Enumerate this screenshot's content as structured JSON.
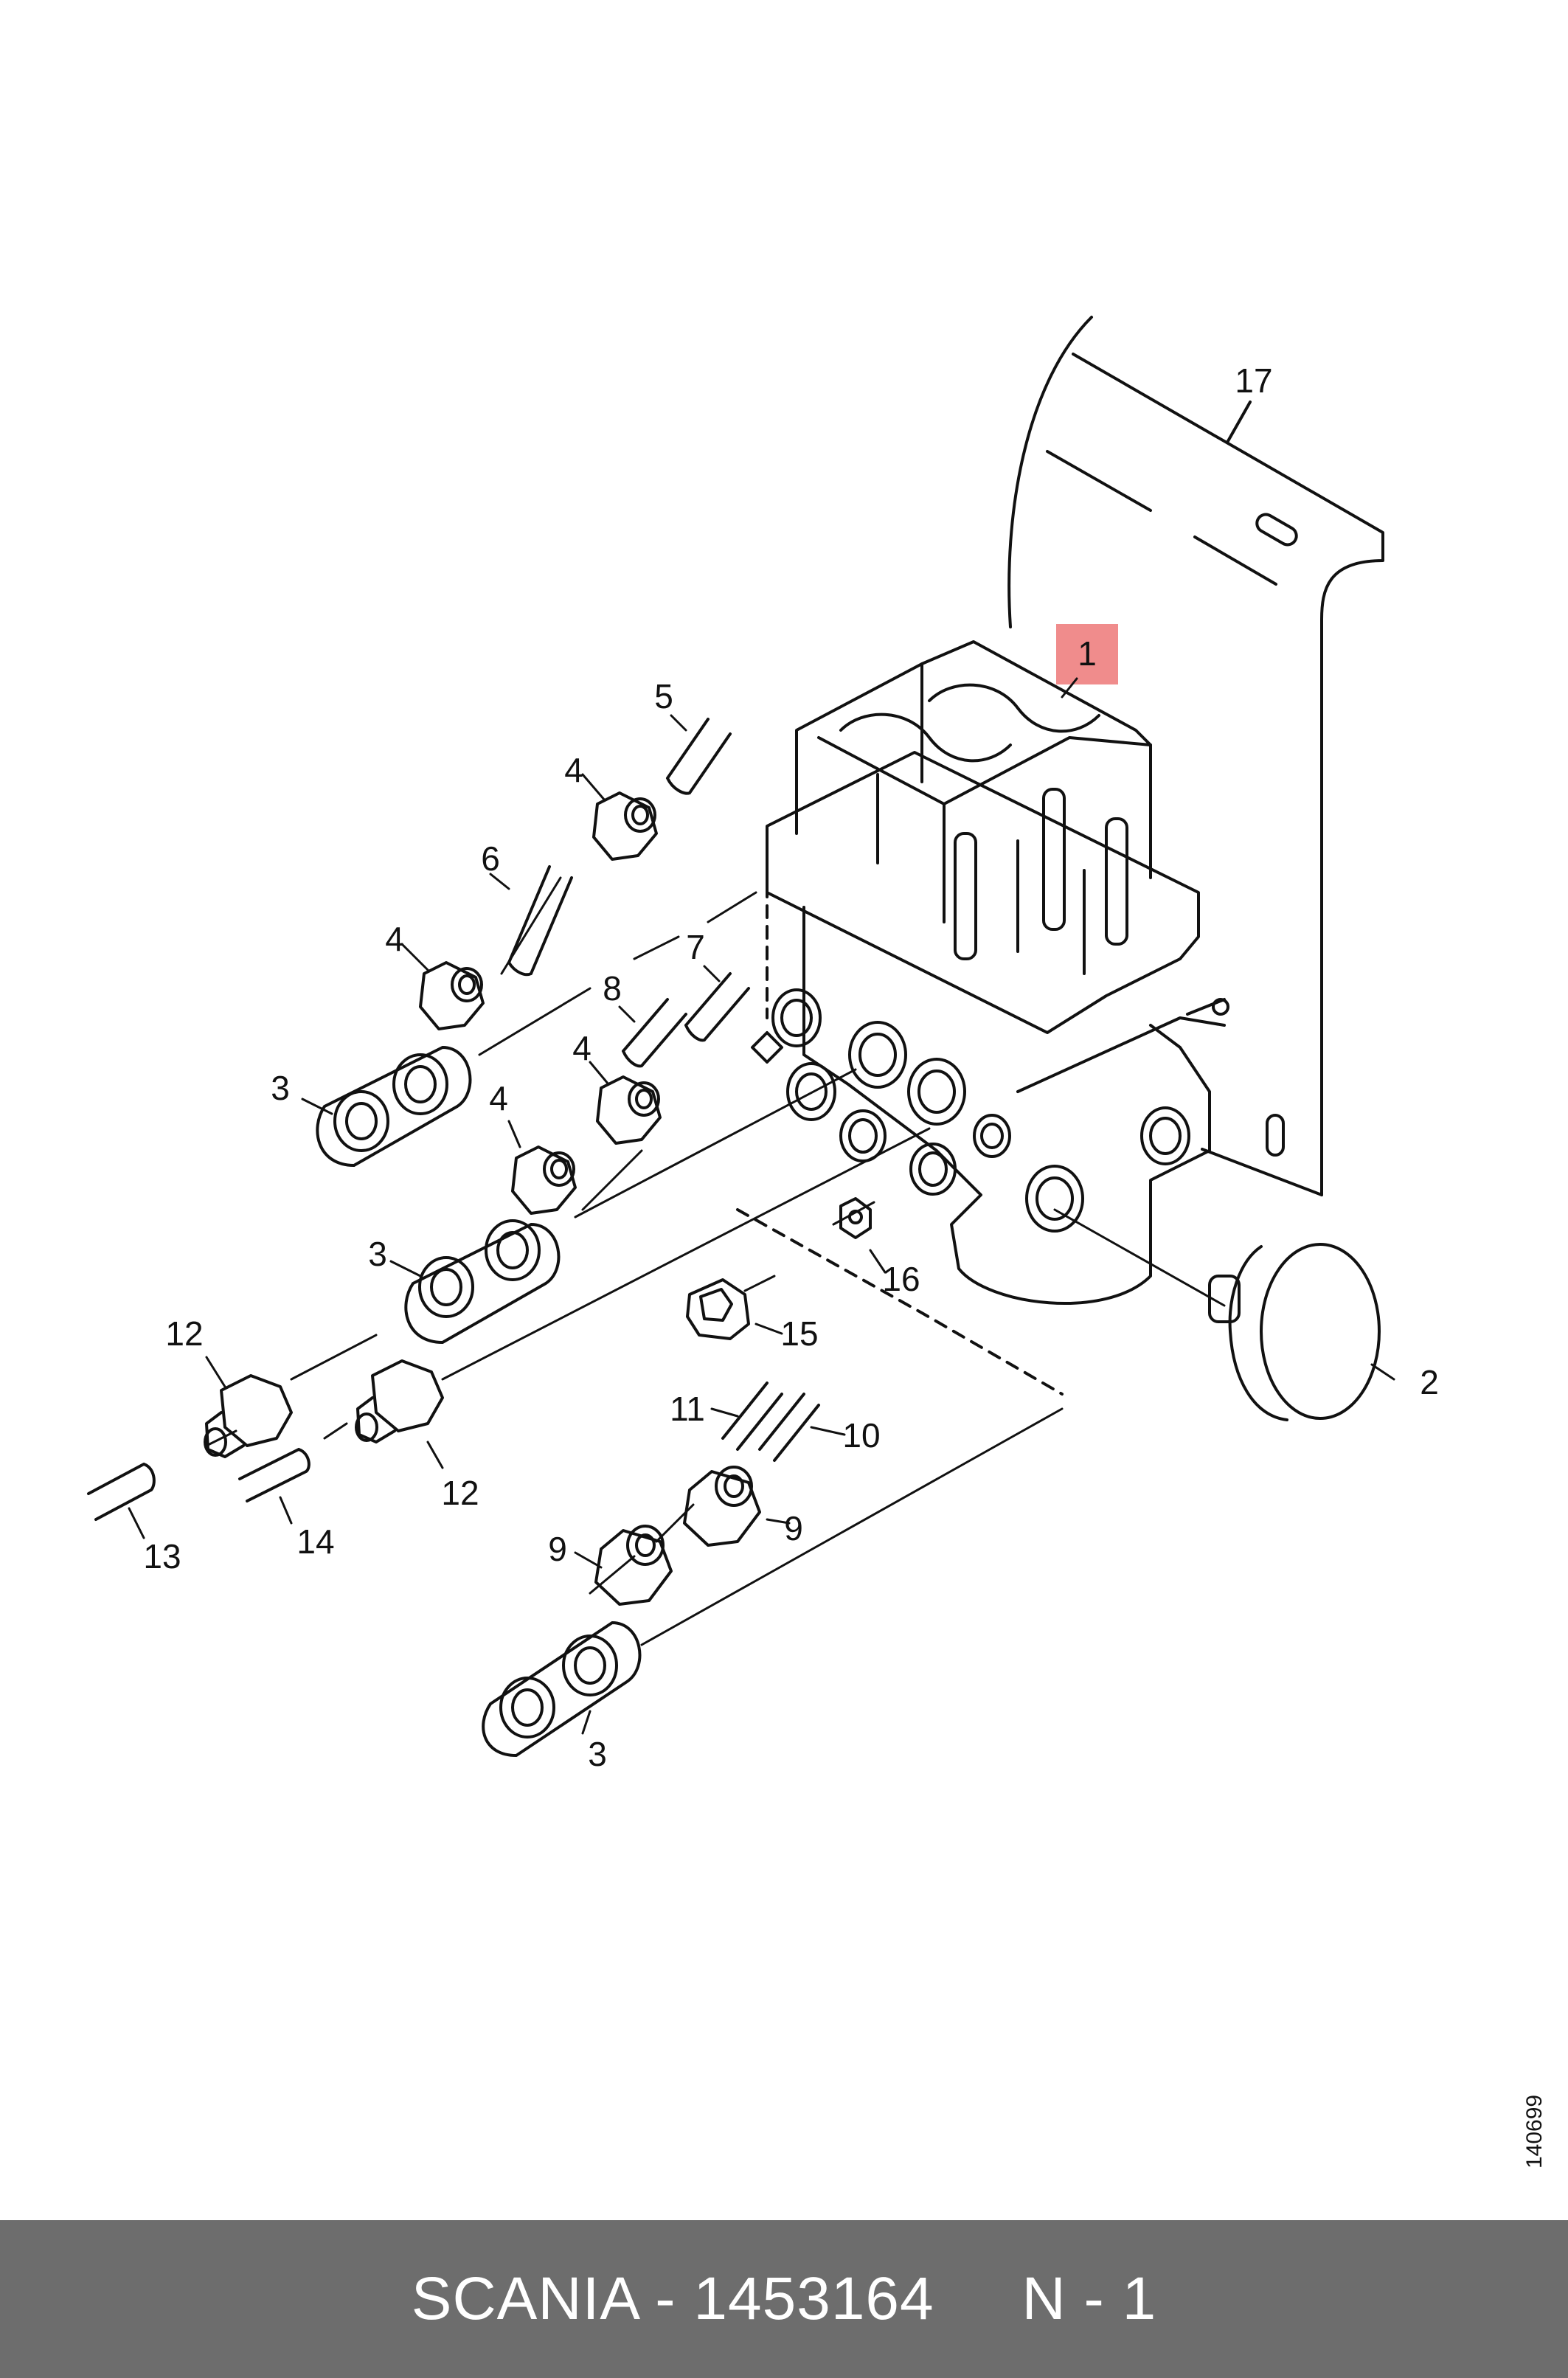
{
  "diagram": {
    "highlight_color": "#f08c8c",
    "line_color": "#111111",
    "side_code": "140699",
    "callouts": {
      "c1": "1",
      "c2": "2",
      "c3a": "3",
      "c3b": "3",
      "c3c": "3",
      "c4a": "4",
      "c4b": "4",
      "c4c": "4",
      "c4d": "4",
      "c5": "5",
      "c6": "6",
      "c7": "7",
      "c8": "8",
      "c9a": "9",
      "c9b": "9",
      "c10": "10",
      "c11": "11",
      "c12a": "12",
      "c12b": "12",
      "c13": "13",
      "c14": "14",
      "c15": "15",
      "c16": "16",
      "c17": "17"
    }
  },
  "footer": {
    "text": "SCANIA - 1453164     N - 1",
    "background": "#6d6d6d"
  }
}
